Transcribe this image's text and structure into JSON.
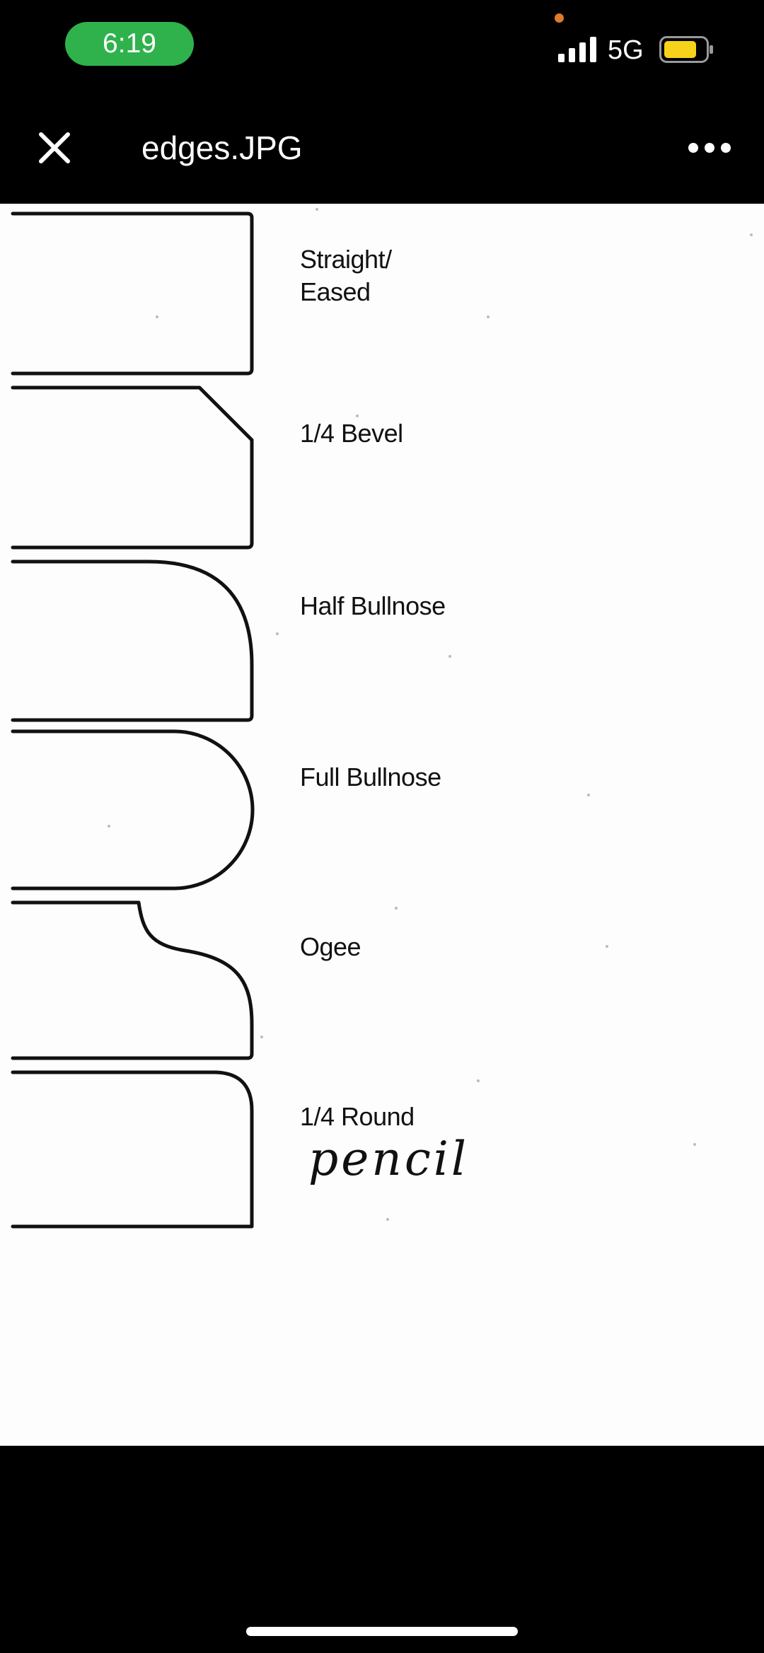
{
  "status_bar": {
    "time": "6:19",
    "network": "5G",
    "signal_icon": "cellular-signal-icon",
    "battery_icon": "battery-icon",
    "battery_color": "#f6d21a",
    "time_pill_color": "#2fb24c"
  },
  "nav": {
    "title": "edges.JPG",
    "close_icon": "close-icon",
    "more_icon": "more-dots-icon"
  },
  "document": {
    "edge_profiles": [
      {
        "label_line1": "Straight/",
        "label_line2": "Eased"
      },
      {
        "label": "1/4 Bevel"
      },
      {
        "label": "Half Bullnose"
      },
      {
        "label": "Full Bullnose"
      },
      {
        "label": "Ogee"
      },
      {
        "label": "1/4 Round"
      }
    ],
    "handwritten_note": "pencil"
  }
}
